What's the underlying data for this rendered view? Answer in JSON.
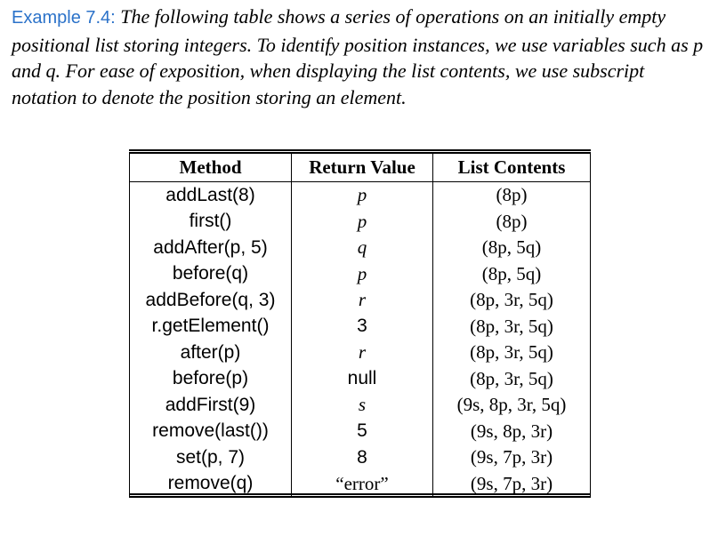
{
  "intro": {
    "label": "Example 7.4:",
    "text": " The following table shows a series of operations on an initially empty positional list storing integers. To identify position instances, we use variables such as p and q. For ease of exposition, when displaying the list contents, we use subscript notation to denote the position storing an element."
  },
  "table": {
    "headers": [
      "Method",
      "Return Value",
      "List Contents"
    ],
    "rows": [
      {
        "method": "addLast(8)",
        "ret": "p",
        "contents": "(8p)"
      },
      {
        "method": "first()",
        "ret": "p",
        "contents": "(8p)"
      },
      {
        "method": "addAfter(p, 5)",
        "ret": "q",
        "contents": "(8p, 5q)"
      },
      {
        "method": "before(q)",
        "ret": "p",
        "contents": "(8p, 5q)"
      },
      {
        "method": "addBefore(q, 3)",
        "ret": "r",
        "contents": "(8p, 3r, 5q)"
      },
      {
        "method": "r.getElement()",
        "ret": "3",
        "contents": "(8p, 3r, 5q)"
      },
      {
        "method": "after(p)",
        "ret": "r",
        "contents": "(8p, 3r, 5q)"
      },
      {
        "method": "before(p)",
        "ret": "null",
        "contents": "(8p, 3r, 5q)"
      },
      {
        "method": "addFirst(9)",
        "ret": "s",
        "contents": "(9s, 8p, 3r, 5q)"
      },
      {
        "method": "remove(last())",
        "ret": "5",
        "contents": "(9s, 8p, 3r)"
      },
      {
        "method": "set(p, 7)",
        "ret": "8",
        "contents": "(9s, 7p, 3r)"
      },
      {
        "method": "remove(q)",
        "ret": "“error”",
        "contents": "(9s, 7p, 3r)"
      }
    ]
  }
}
